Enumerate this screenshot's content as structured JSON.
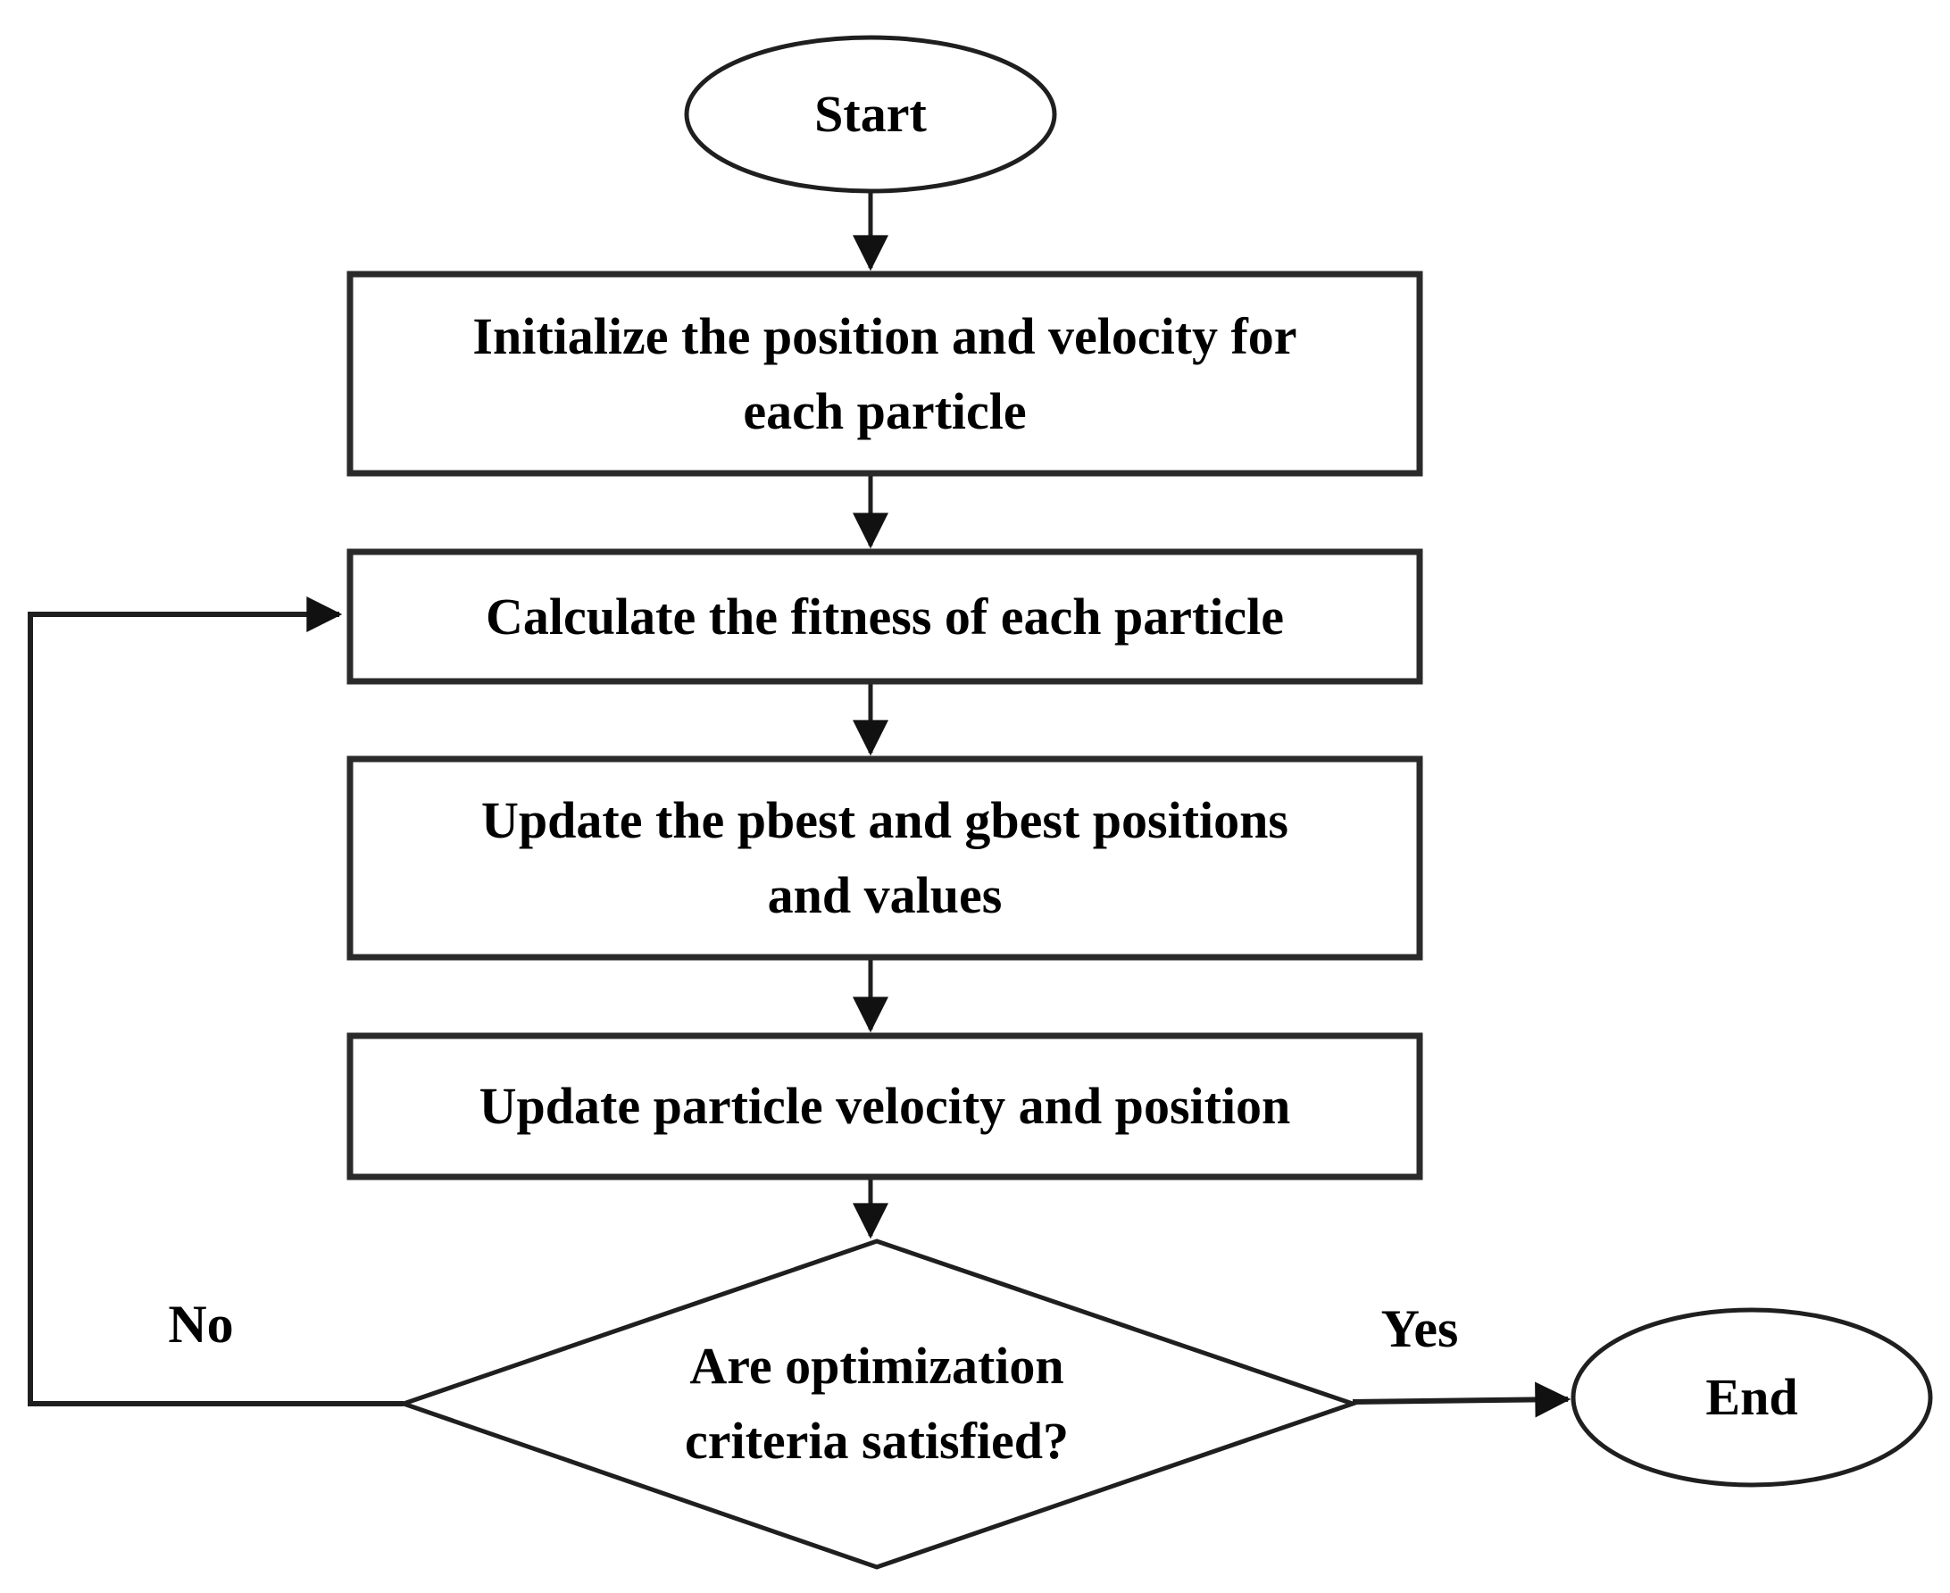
{
  "diagram": {
    "type": "flowchart",
    "nodes": {
      "start": {
        "shape": "ellipse",
        "lines": [
          "Start"
        ]
      },
      "initialize": {
        "shape": "process",
        "lines": [
          "Initialize the position and velocity for",
          "each particle"
        ]
      },
      "calculate_fitness": {
        "shape": "process",
        "lines": [
          "Calculate the fitness of each particle"
        ]
      },
      "update_best": {
        "shape": "process",
        "lines": [
          "Update the pbest and gbest positions",
          "and values"
        ]
      },
      "update_velocity": {
        "shape": "process",
        "lines": [
          "Update particle velocity and position"
        ]
      },
      "decision": {
        "shape": "diamond",
        "lines": [
          "Are optimization",
          "criteria satisfied?"
        ]
      },
      "end": {
        "shape": "ellipse",
        "lines": [
          "End"
        ]
      }
    },
    "edge_labels": {
      "yes": "Yes",
      "no": "No"
    },
    "colors": {
      "stroke": "#1f1f1f",
      "text": "#000000",
      "background": "#ffffff"
    }
  }
}
